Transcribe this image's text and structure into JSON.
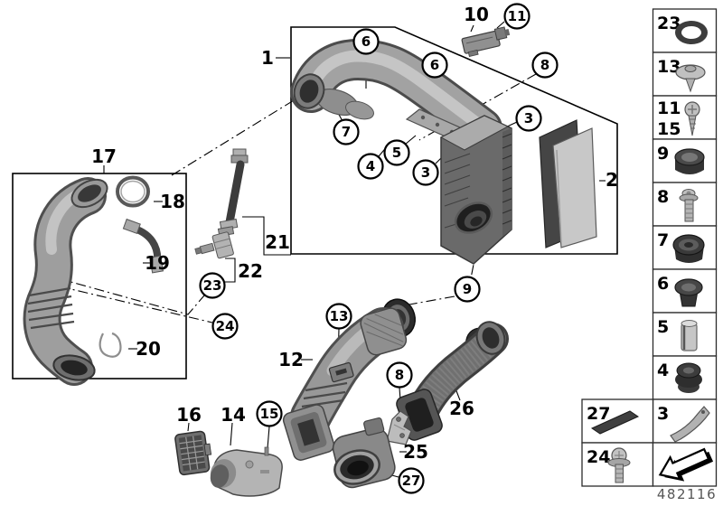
{
  "callouts": {
    "circled": {
      "c6_left": "6",
      "c6_right": "6",
      "c7": "7",
      "c4": "4",
      "c5": "5",
      "c3_housing_left": "3",
      "c3_housing_top": "3",
      "c8_top": "8",
      "c8_bracket": "8",
      "c9": "9",
      "c11": "11",
      "c13": "13",
      "c15": "15",
      "c23": "23",
      "c24": "24",
      "c27": "27"
    },
    "plain": {
      "p1": "1",
      "p2": "2",
      "p10": "10",
      "p12": "12",
      "p14": "14",
      "p16": "16",
      "p17": "17",
      "p18": "18",
      "p19": "19",
      "p20": "20",
      "p21": "21",
      "p22": "22",
      "p25": "25",
      "p26": "26"
    }
  },
  "legend": {
    "rows": [
      {
        "num": "23",
        "icon": "o-ring-icon"
      },
      {
        "num": "13",
        "icon": "expansion-rivet-icon"
      },
      {
        "num": "11",
        "num2": "15",
        "icon": "tapping-screw-icon"
      },
      {
        "num": "9",
        "icon": "grommet-icon"
      },
      {
        "num": "8",
        "icon": "torx-bolt-icon"
      },
      {
        "num": "7",
        "icon": "rubber-mount-icon"
      },
      {
        "num": "6",
        "icon": "flanged-grommet-icon"
      },
      {
        "num": "5",
        "icon": "spacer-sleeve-icon"
      },
      {
        "num": "4",
        "icon": "rubber-buffer-icon"
      },
      {
        "num": "3",
        "icon": "retaining-bracket-icon"
      }
    ],
    "side_rows": [
      {
        "num": "27",
        "icon": "sealing-strip-icon"
      },
      {
        "num": "24",
        "icon": "screw-with-washer-icon"
      }
    ],
    "nav_icon": "back-arrow-icon"
  },
  "footer": {
    "diagram_code": "482116"
  }
}
